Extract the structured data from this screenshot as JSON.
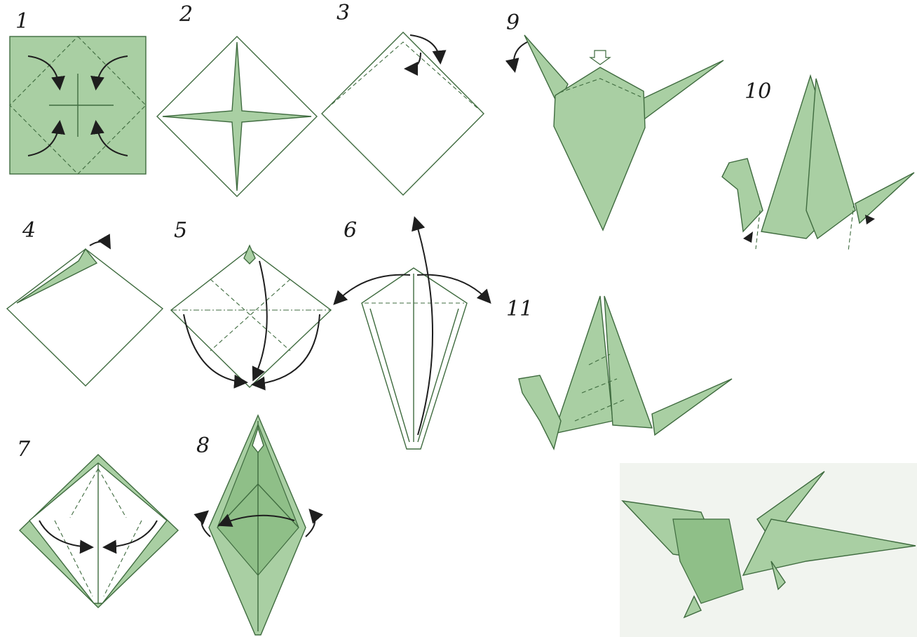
{
  "steps": [
    {
      "label": "1"
    },
    {
      "label": "2"
    },
    {
      "label": "3"
    },
    {
      "label": "4"
    },
    {
      "label": "5"
    },
    {
      "label": "6"
    },
    {
      "label": "7"
    },
    {
      "label": "8"
    },
    {
      "label": "9"
    },
    {
      "label": "10"
    },
    {
      "label": "11"
    }
  ],
  "colors": {
    "paper_green": "#a9cfa3",
    "line_green": "#3f6b3f",
    "arrow": "#1e1e1e",
    "background": "#ffffff"
  }
}
